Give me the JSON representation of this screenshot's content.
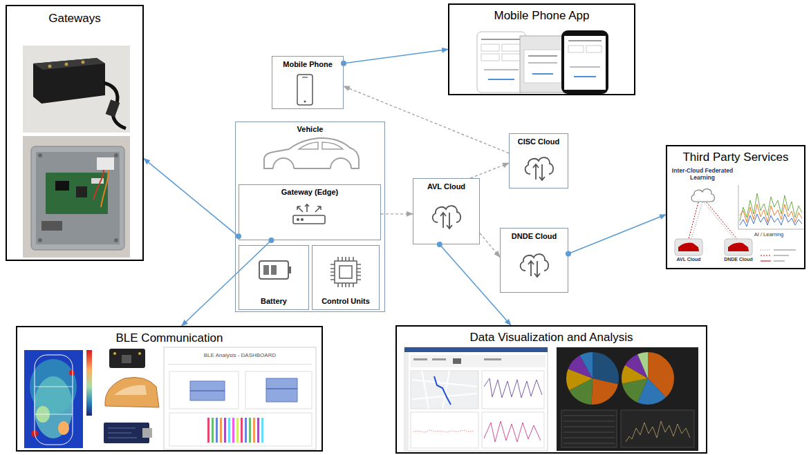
{
  "diagram": {
    "nodes": [
      {
        "text": [
          "Gateways"
        ]
      },
      {
        "text": [
          "Mobile Phone App"
        ]
      },
      {
        "text": [
          "Mobile Phone"
        ]
      },
      {
        "text": [
          "Vehicle"
        ]
      },
      {
        "text": [
          "Gateway (Edge)"
        ],
        "in": 3
      },
      {
        "text": [
          "Battery"
        ],
        "in": 3
      },
      {
        "text": [
          "Control Units"
        ],
        "in": 3
      },
      {
        "text": [
          "AVL Cloud"
        ]
      },
      {
        "text": [
          "CISC Cloud"
        ]
      },
      {
        "text": [
          "DNDE Cloud"
        ]
      },
      {
        "text": [
          "Third Party Services"
        ]
      },
      {
        "text": [
          "BLE Communication"
        ]
      },
      {
        "text": [
          "Data Visualization and Analysis"
        ]
      }
    ],
    "edges": [
      {
        "from": 2,
        "to": 1,
        "arrow": "to"
      },
      {
        "from": 4,
        "to": 0,
        "arrow": "to"
      },
      {
        "from": 4,
        "to": 11,
        "arrow": "to"
      },
      {
        "from": 4,
        "to": 7,
        "arrow": "to"
      },
      {
        "from": 7,
        "to": 8,
        "arrow": "to"
      },
      {
        "from": 8,
        "to": 2,
        "arrow": "to"
      },
      {
        "from": 7,
        "to": 9,
        "arrow": "to"
      },
      {
        "from": 7,
        "to": 12,
        "arrow": "to"
      },
      {
        "from": 9,
        "to": 10,
        "arrow": "to"
      }
    ],
    "labels": [
      "Inter-Cloud Federated Learning",
      "AI / Learning",
      "AVL Cloud",
      "DNDE Cloud",
      "BLE Analysis - DASHBOARD"
    ]
  }
}
